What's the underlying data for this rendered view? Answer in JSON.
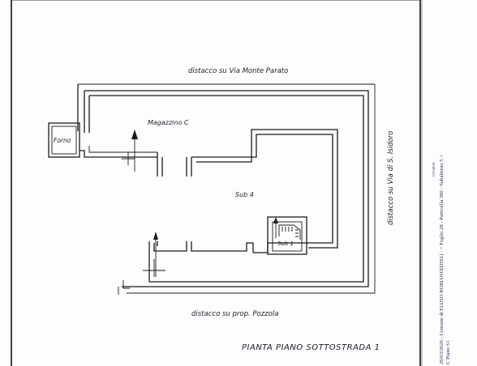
{
  "labels": {
    "top_boundary": "distacco su Via Monte Parato",
    "right_boundary": "distacco su Via di S. Isidoro",
    "bottom_boundary": "distacco su prop. Pozzola",
    "room_main": "Magazzino C",
    "room_oven": "Forno",
    "unit_large": "Sub 4",
    "unit_small": "Sub 1",
    "plan_title": "PIANTA PIANO SOTTOSTRADA 1"
  },
  "stamp": {
    "line1": "26/03/2026 - Comune di FIANO ROMANO(D561) - < Foglio 28 - Particella 380 - Subalterno 5 >",
    "line2": "C Piano S1",
    "code": "U2550 01"
  },
  "colors": {
    "ink": "#1b1b1b",
    "stamp_ink": "#1f2a55",
    "paper": "#fdfdfd"
  }
}
